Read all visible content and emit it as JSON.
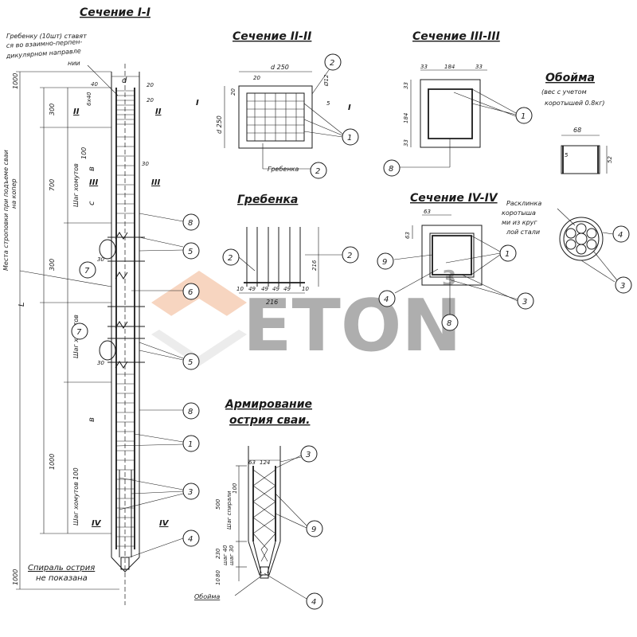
{
  "sections": {
    "s1": "Сечение I-I",
    "s2": "Сечение II-II",
    "s3": "Сечение III-III",
    "s4": "Сечение IV-IV",
    "comb": "Гребенка",
    "clip": "Обойма",
    "tip_1": "Армирование",
    "tip_2": "острия сваи."
  },
  "notes": {
    "comb_note_1": "Гребенку (10шт) ставят",
    "comb_note_2": "ся во взаимно-перпен-",
    "comb_note_3": "дикулярном направле",
    "comb_note_4": "нии",
    "sling_1": "Места строповки при подъеме сваи",
    "sling_2": "на копер",
    "spiral_1": "Спираль острия",
    "spiral_2": "не показана",
    "clip_1": "(вес с учетом",
    "clip_2": "коротышей 0.8кг)",
    "wedge_1": "Расклинка",
    "wedge_2": "коротыша",
    "wedge_3": "ми из круг",
    "wedge_4": "лой стали",
    "comb_label": "Гребенка",
    "clip_label": "Обойма",
    "stirrup_a": "Шаг хомутов",
    "stirrup_a_val": "100",
    "stirrup_b": "Шаг хомутов",
    "stirrup_c": "Шаг хомутов 100",
    "spiral_step": "Шаг спирали",
    "spiral_step_val": "100",
    "step_1": "шаг 40",
    "step_2": "шаг 30",
    "L": "L",
    "b": "в",
    "c": "с"
  },
  "dims": {
    "d1000top": "1000",
    "d300a": "300",
    "d700": "700",
    "d300b": "300",
    "d1000b": "1000",
    "d1000bot": "1000",
    "d40": "40",
    "d20": "20",
    "d20b": "20",
    "d30": "30",
    "d100": "100",
    "d640": "6х40",
    "d_d": "d",
    "d250a": "d 250",
    "d250b": "d 250",
    "d20c": "20",
    "d33a": "33",
    "d184": "184",
    "d33b": "33",
    "d33c": "33",
    "d184b": "184",
    "d33d": "33",
    "d68": "68",
    "d5": "5",
    "d52": "52",
    "d63": "63",
    "d63b": "63",
    "d216": "216",
    "d216b": "216",
    "d10": "10",
    "d49": "49",
    "d10b": "10",
    "d63c": "63",
    "d124": "124",
    "d500": "500",
    "d230": "230",
    "d80": "80",
    "d10c": "10",
    "d30b": "30",
    "d30c": "30",
    "d12": "Ø12"
  },
  "roman": {
    "I": "I",
    "II": "II",
    "III": "III",
    "IV": "IV"
  },
  "callouts": [
    "1",
    "2",
    "3",
    "4",
    "5",
    "6",
    "7",
    "8",
    "9"
  ],
  "watermark": "ETON",
  "watermark_small": "3"
}
